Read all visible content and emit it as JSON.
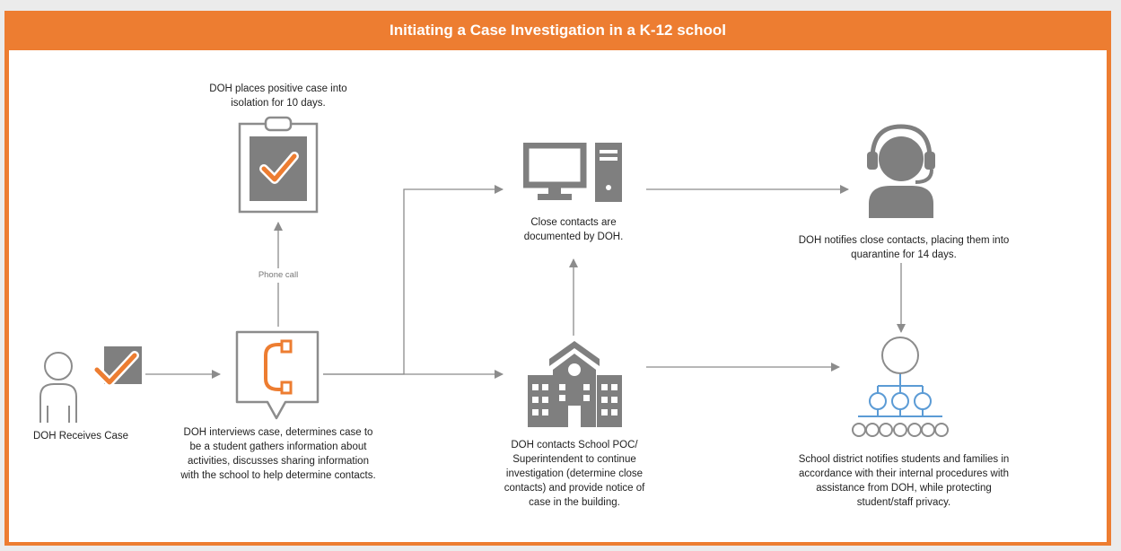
{
  "title": "Initiating a Case Investigation in a K-12 school",
  "colors": {
    "accent": "#ed7d31",
    "icon_gray": "#8c8c8c",
    "outline_gray": "#8c8c8c",
    "network_blue": "#5b9bd5",
    "arrow_gray": "#8c8c8c"
  },
  "nodes": {
    "receives": {
      "label": "DOH Receives Case",
      "icon": "person-with-checkbox-icon"
    },
    "isolation": {
      "label": "DOH places positive case into isolation for 10 days.",
      "icon": "clipboard-check-icon"
    },
    "interview": {
      "label": "DOH interviews case, determines case to be a student gathers information about activities, discusses sharing information with the school to help determine contacts.",
      "icon": "phone-speech-bubble-icon"
    },
    "documented": {
      "label": "Close contacts are documented by DOH.",
      "icon": "computer-icon"
    },
    "school": {
      "label": "DOH contacts School POC/ Superintendent to continue investigation (determine close contacts) and provide notice of case in the building.",
      "icon": "school-building-icon"
    },
    "notifies": {
      "label": "DOH notifies close contacts, placing them into quarantine for 14 days.",
      "icon": "headset-person-icon"
    },
    "district": {
      "label": "School district notifies students and families in accordance with their internal procedures with assistance from DOH, while protecting student/staff privacy.",
      "icon": "network-tree-icon"
    }
  },
  "edges": {
    "phone_call": "Phone call"
  }
}
